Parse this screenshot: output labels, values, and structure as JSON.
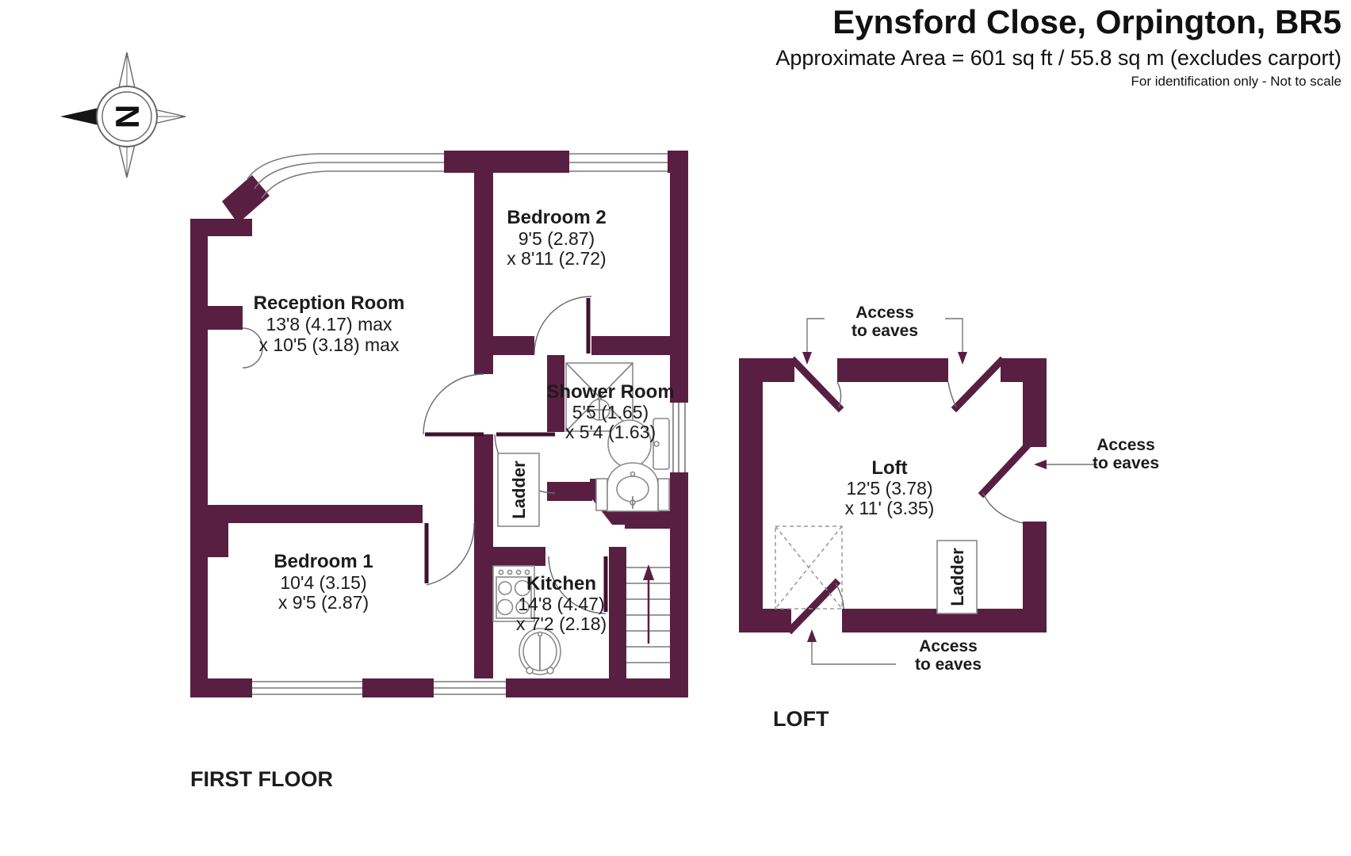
{
  "header": {
    "title": "Eynsford Close, Orpington, BR5",
    "area_line": "Approximate Area = 601 sq ft / 55.8 sq m (excludes carport)",
    "disclaimer": "For identification only - Not to scale"
  },
  "compass": {
    "north_label": "N"
  },
  "colors": {
    "wall": "#591f42",
    "text": "#1c1c1c",
    "thin_line": "#7a7a7a"
  },
  "first_floor": {
    "label": "FIRST FLOOR",
    "rooms": [
      {
        "name": "Reception Room",
        "dim1": "13'8 (4.17) max",
        "dim2": "x 10'5 (3.18) max"
      },
      {
        "name": "Bedroom 2",
        "dim1": "9'5 (2.87)",
        "dim2": "x 8'11 (2.72)"
      },
      {
        "name": "Bedroom 1",
        "dim1": "10'4 (3.15)",
        "dim2": "x 9'5 (2.87)"
      },
      {
        "name": "Shower Room",
        "dim1": "5'5 (1.65)",
        "dim2": "x 5'4 (1.63)"
      },
      {
        "name": "Kitchen",
        "dim1": "14'8 (4.47)",
        "dim2": "x 7'2 (2.18)"
      }
    ],
    "ladder_label": "Ladder"
  },
  "loft": {
    "label": "LOFT",
    "room": {
      "name": "Loft",
      "dim1": "12'5 (3.78)",
      "dim2": "x 11' (3.35)"
    },
    "ladder_label": "Ladder",
    "access_top": {
      "line1": "Access",
      "line2": "to eaves"
    },
    "access_right": {
      "line1": "Access",
      "line2": "to eaves"
    },
    "access_bottom": {
      "line1": "Access",
      "line2": "to eaves"
    }
  }
}
